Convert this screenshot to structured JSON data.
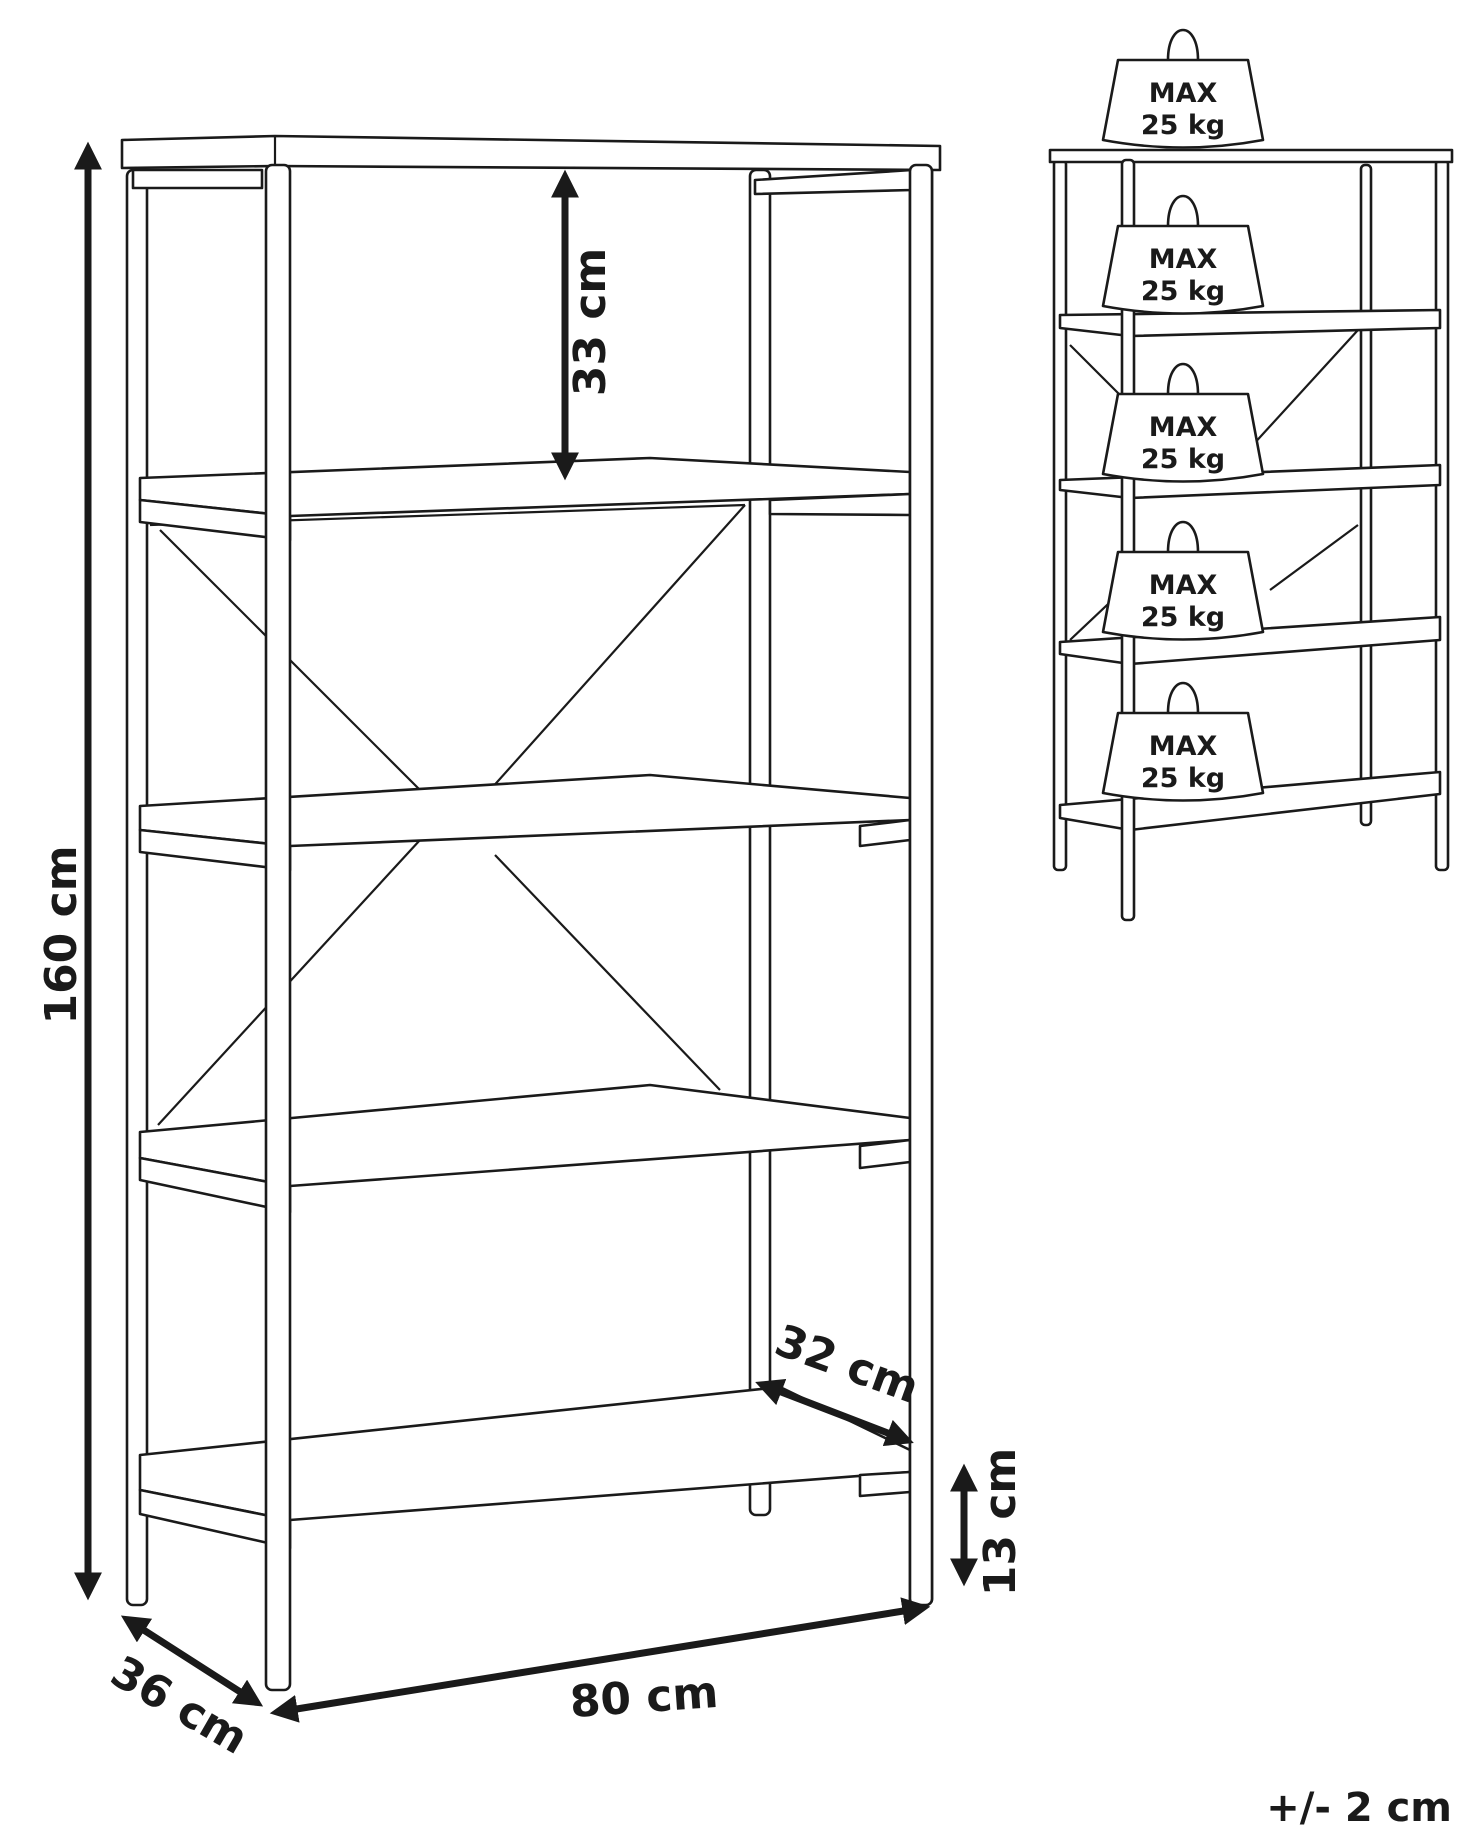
{
  "dimensions": {
    "height": "160 cm",
    "shelf_gap": "33 cm",
    "depth_shelf": "32 cm",
    "bottom_clearance": "13 cm",
    "depth": "36 cm",
    "width": "80 cm"
  },
  "load": {
    "line1": "MAX",
    "line2": "25 kg"
  },
  "tolerance": "+/- 2 cm"
}
